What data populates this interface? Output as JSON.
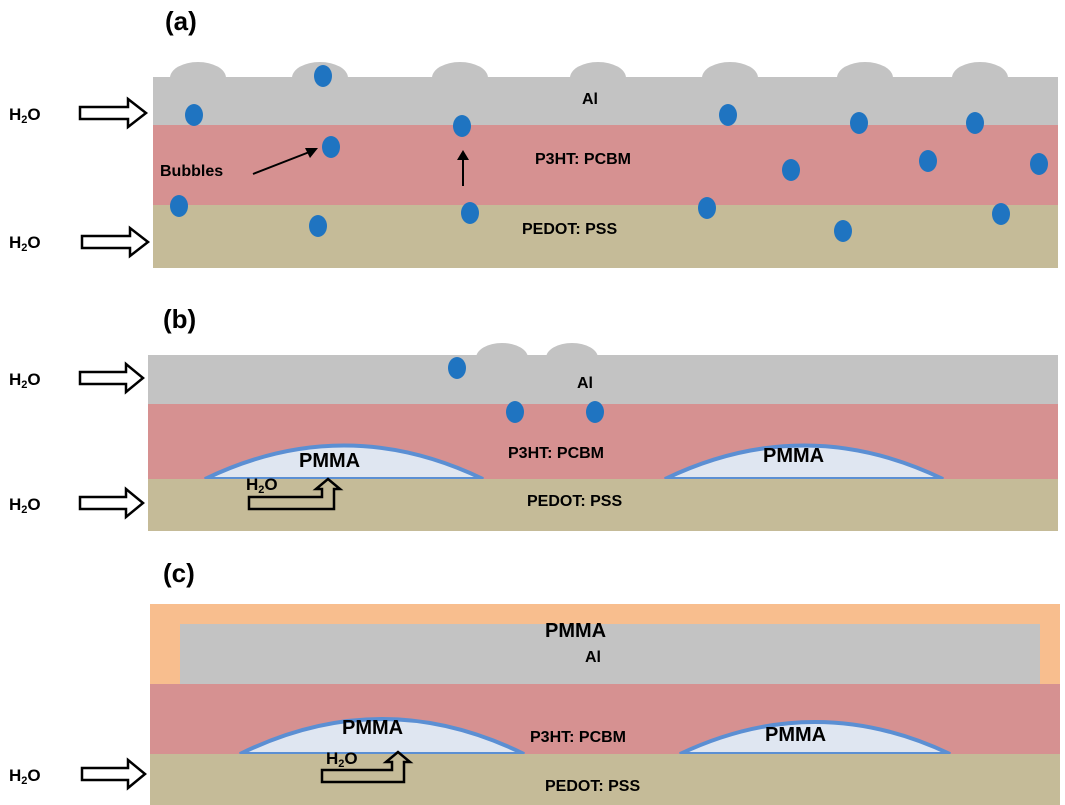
{
  "colors": {
    "al": "#c3c3c3",
    "active": "#d69191",
    "pedot": "#c5bb98",
    "pmma_cap": "#f8be8e",
    "pmma_island": "#dfe6f1",
    "pmma_border": "#5b8fd3",
    "bubble": "#1f74c1"
  },
  "panels": [
    {
      "id": "a",
      "label": "(a)",
      "layers": {
        "al": "Al",
        "active": "P3HT: PCBM",
        "bottom": "PEDOT: PSS"
      },
      "h2o_labels": [
        {
          "main": "H",
          "sub": "2",
          "tail": "O"
        },
        {
          "main": "H",
          "sub": "2",
          "tail": "O"
        }
      ],
      "bubbles_label": "Bubbles"
    },
    {
      "id": "b",
      "label": "(b)",
      "layers": {
        "al": "Al",
        "active": "P3HT: PCBM",
        "bottom": "PEDOT: PSS"
      },
      "islands": [
        "PMMA",
        "PMMA"
      ],
      "h2o_labels": [
        {
          "main": "H",
          "sub": "2",
          "tail": "O"
        },
        {
          "main": "H",
          "sub": "2",
          "tail": "O"
        }
      ],
      "inner_h2o": {
        "main": "H",
        "sub": "2",
        "tail": "O"
      }
    },
    {
      "id": "c",
      "label": "(c)",
      "layers": {
        "cap": "PMMA",
        "al": "Al",
        "active": "P3HT: PCBM",
        "bottom": "PEDOT: PSS"
      },
      "islands": [
        "PMMA",
        "PMMA"
      ],
      "h2o_labels": [
        {
          "main": "H",
          "sub": "2",
          "tail": "O"
        }
      ],
      "inner_h2o": {
        "main": "H",
        "sub": "2",
        "tail": "O"
      }
    }
  ]
}
